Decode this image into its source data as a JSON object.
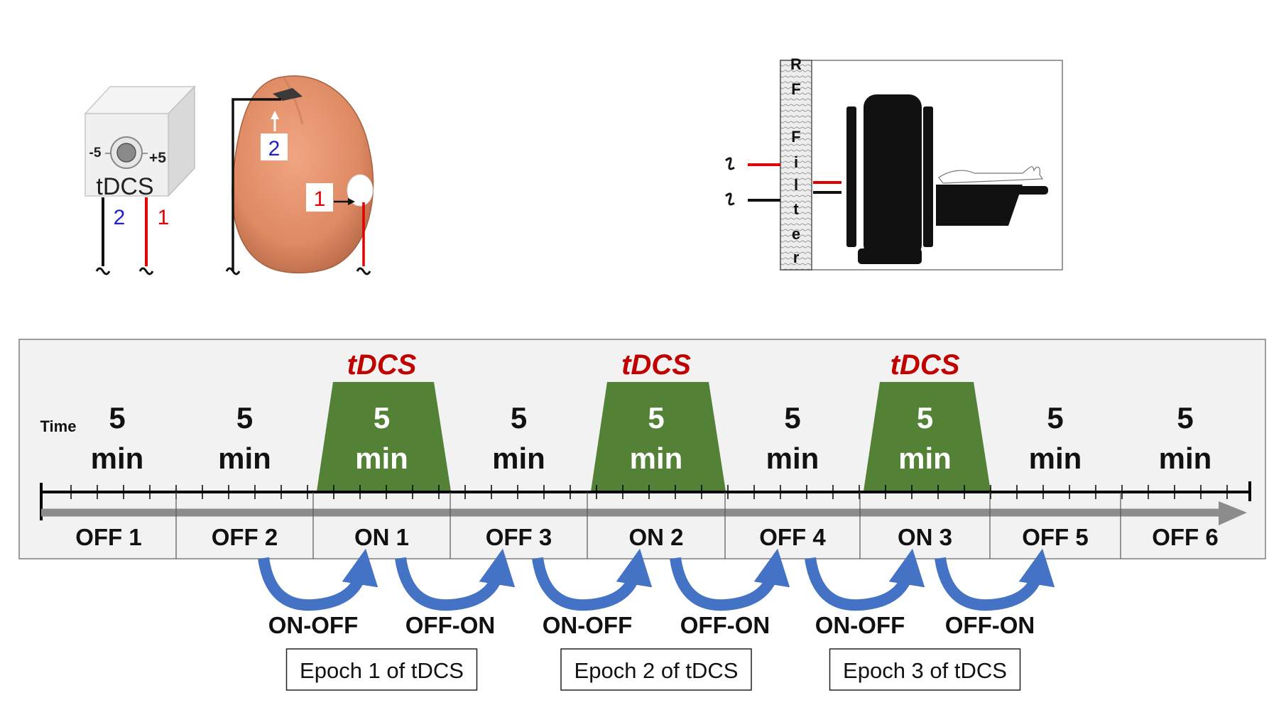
{
  "device": {
    "label": "tDCS",
    "minus": "-5",
    "plus": "+5",
    "lead_2": "2",
    "lead_1": "1"
  },
  "head": {
    "marker_2": "2",
    "marker_1": "1"
  },
  "scanner": {
    "filter_letters": [
      "R",
      "F",
      "F",
      "i",
      "l",
      "t",
      "e",
      "r"
    ]
  },
  "timeline": {
    "time_label": "Time",
    "duration_value": "5",
    "duration_unit": "min",
    "tdcs_label": "tDCS",
    "blocks": [
      {
        "label": "OFF 1",
        "on": false
      },
      {
        "label": "OFF 2",
        "on": false
      },
      {
        "label": "ON 1",
        "on": true
      },
      {
        "label": "OFF 3",
        "on": false
      },
      {
        "label": "ON 2",
        "on": true
      },
      {
        "label": "OFF 4",
        "on": false
      },
      {
        "label": "ON 3",
        "on": true
      },
      {
        "label": "OFF 5",
        "on": false
      },
      {
        "label": "OFF 6",
        "on": false
      }
    ]
  },
  "transitions": [
    "ON-OFF",
    "OFF-ON",
    "ON-OFF",
    "OFF-ON",
    "ON-OFF",
    "OFF-ON"
  ],
  "epochs": [
    "Epoch 1 of tDCS",
    "Epoch 2 of tDCS",
    "Epoch 3 of tDCS"
  ],
  "colors": {
    "on_green": "#538135",
    "tdcs_red": "#c00000",
    "lead_red": "#e00000",
    "lead_blue": "#1f1fcc",
    "arrow_blue": "#4472c4",
    "skin": "#e0906a",
    "panel_bg": "#f2f2f2"
  }
}
